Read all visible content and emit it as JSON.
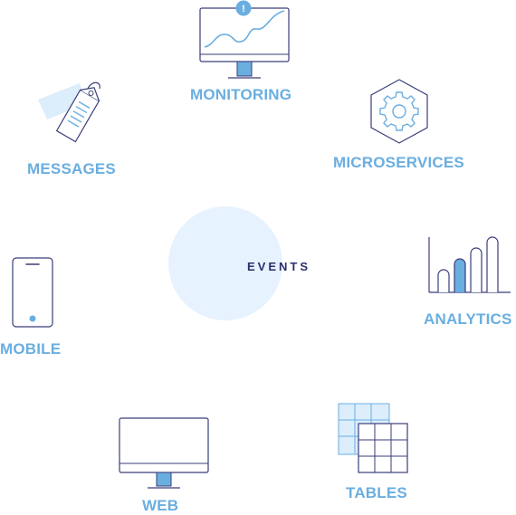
{
  "center": {
    "label": "EVENTS"
  },
  "nodes": {
    "monitoring": "MONITORING",
    "microservices": "MICROSERVICES",
    "messages": "MESSAGES",
    "analytics": "ANALYTICS",
    "mobile": "MOBILE",
    "tables": "TABLES",
    "web": "WEB"
  },
  "colors": {
    "line": "#3a3e7a",
    "accent": "#6aaee0",
    "light": "#dcedfb",
    "center_fill": "#e6f2fd",
    "center_text": "#2b2f6b"
  },
  "icons": {
    "monitoring": "monitor-alert-icon",
    "microservices": "hexagon-gear-icon",
    "messages": "tag-icon",
    "analytics": "bar-chart-icon",
    "mobile": "smartphone-icon",
    "tables": "table-grid-icon",
    "web": "desktop-monitor-icon"
  }
}
